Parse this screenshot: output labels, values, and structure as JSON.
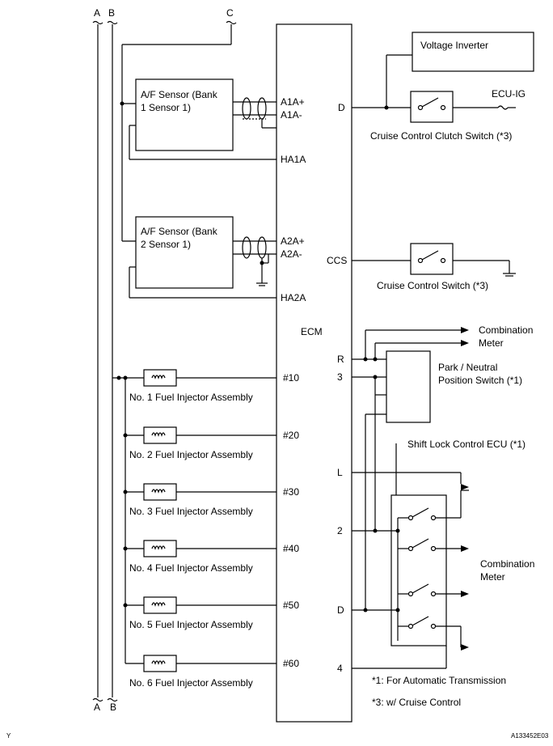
{
  "bus_labels": {
    "top": [
      "A",
      "B",
      "C"
    ],
    "bottom": [
      "A",
      "B"
    ]
  },
  "ecm": {
    "label": "ECM"
  },
  "af_sensors": [
    {
      "line1": "A/F Sensor (Bank",
      "line2": "1 Sensor 1)",
      "pin_pos": "A1A+",
      "pin_neg": "A1A-",
      "heater": "HA1A"
    },
    {
      "line1": "A/F Sensor (Bank",
      "line2": "2 Sensor 1)",
      "pin_pos": "A2A+",
      "pin_neg": "A2A-",
      "heater": "HA2A"
    }
  ],
  "injectors": [
    {
      "label": "No. 1 Fuel Injector Assembly",
      "pin": "#10"
    },
    {
      "label": "No. 2 Fuel Injector Assembly",
      "pin": "#20"
    },
    {
      "label": "No. 3 Fuel Injector Assembly",
      "pin": "#30"
    },
    {
      "label": "No. 4 Fuel Injector Assembly",
      "pin": "#40"
    },
    {
      "label": "No. 5 Fuel Injector Assembly",
      "pin": "#50"
    },
    {
      "label": "No. 6 Fuel Injector Assembly",
      "pin": "#60"
    }
  ],
  "right": {
    "voltage_inverter": "Voltage Inverter",
    "pin_d_top": "D",
    "ecu_ig": "ECU-IG",
    "clutch_switch": "Cruise Control Clutch Switch  (*3)",
    "pin_ccs": "CCS",
    "cruise_switch": "Cruise Control Switch (*3)",
    "combination_meter_top_1": "Combination",
    "combination_meter_top_2": "Meter",
    "pin_r": "R",
    "pin_3": "3",
    "pnp_line1": "Park / Neutral",
    "pnp_line2": "Position Switch (*1)",
    "shift_lock": "Shift Lock Control ECU (*1)",
    "pin_l": "L",
    "pin_2": "2",
    "combination_meter_1": "Combination",
    "combination_meter_2": "Meter",
    "pin_d_bottom": "D",
    "pin_4": "4"
  },
  "notes": [
    "*1: For Automatic Transmission",
    "*3: w/ Cruise Control"
  ],
  "corner_left": "Y",
  "figure_code": "A133452E03"
}
